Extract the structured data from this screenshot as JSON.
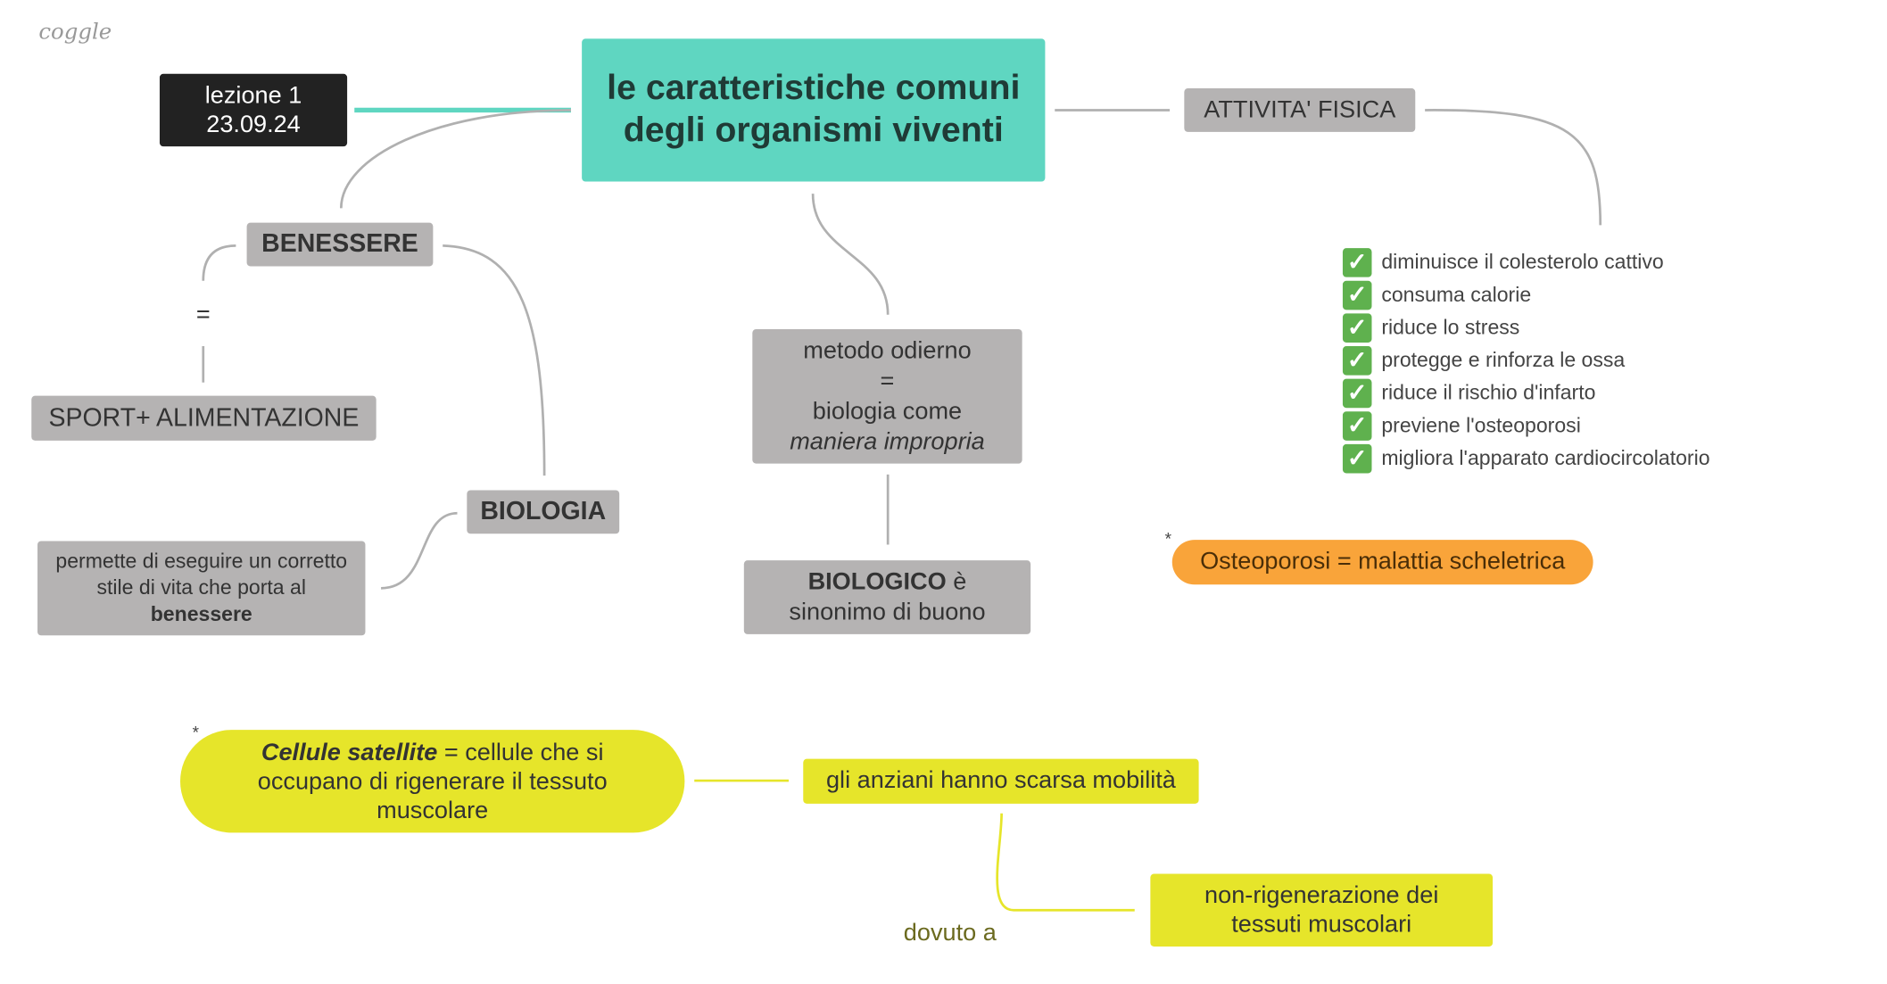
{
  "logo": "coggle",
  "central": {
    "title": "le caratteristiche comuni degli organismi viventi"
  },
  "lezione": {
    "line1": "lezione 1",
    "line2": "23.09.24"
  },
  "benessere": "BENESSERE",
  "equals": "=",
  "sport": "SPORT+ ALIMENTAZIONE",
  "biologia": "BIOLOGIA",
  "permette": {
    "text": "permette di eseguire un corretto stile di vita che porta al ",
    "bold": "benessere"
  },
  "metodo": {
    "line1": "metodo odierno",
    "line2": "=",
    "line3": "biologia come",
    "italic": "maniera impropria"
  },
  "biologico": {
    "bold": "BIOLOGICO",
    "rest": " è",
    "line2": "sinonimo di buono"
  },
  "attivita": "ATTIVITA' FISICA",
  "checklist": [
    "diminuisce il colesterolo cattivo",
    "consuma calorie",
    "riduce lo stress",
    "protegge e rinforza le ossa",
    "riduce il rischio d'infarto",
    "previene l'osteoporosi",
    "migliora l'apparato cardiocircolatorio"
  ],
  "osteoporosi": {
    "star": "*",
    "text": "Osteoporosi = malattia scheletrica"
  },
  "cellule": {
    "star": "*",
    "bold": "Cellule satellite",
    "rest": " = cellule che si occupano di rigenerare il tessuto muscolare"
  },
  "anziani": "gli anziani hanno scarsa mobilità",
  "dovuto": "dovuto a",
  "nonrig": "non-rigenerazione dei tessuti muscolari",
  "colors": {
    "central": "#5fd6c1",
    "gray": "#b5b3b3",
    "orange": "#f9a43a",
    "yellow": "#e6e52a",
    "check": "#5fb14e"
  }
}
